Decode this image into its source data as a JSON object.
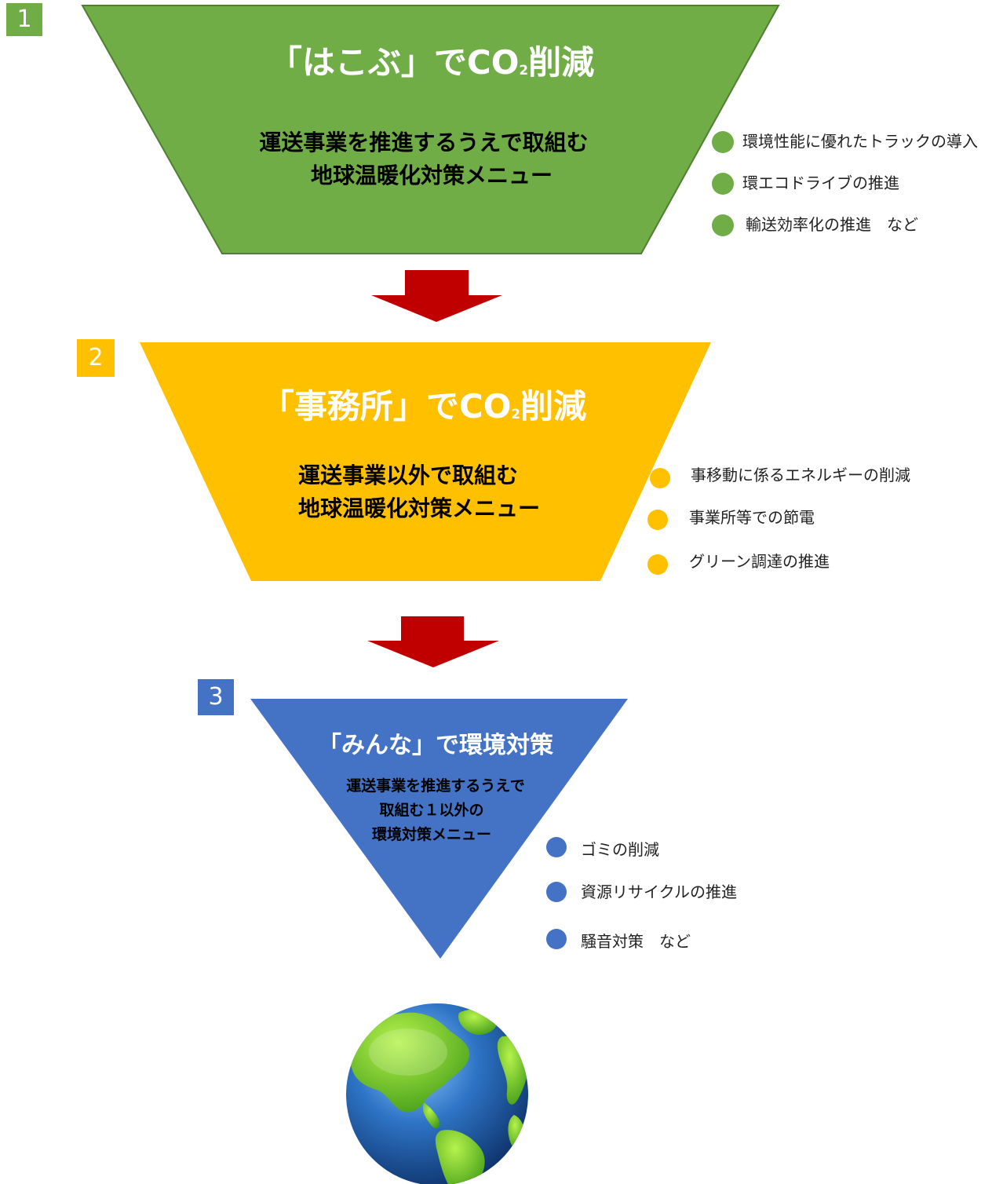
{
  "stages": [
    {
      "number": "1",
      "color": "#70ad47",
      "border": "#507e32",
      "title_pre": "「はこぶ」でCO",
      "title_sub": "2",
      "title_post": "削減",
      "subtitle_line1": "運送事業を推進するうえで取組む",
      "subtitle_line2": "地球温暖化対策メニュー",
      "items": [
        "環境性能に優れたトラックの導入",
        "環エコドライブの推進",
        "輸送効率化の推進　など"
      ]
    },
    {
      "number": "2",
      "color": "#ffc000",
      "title_pre": "「事務所」でCO",
      "title_sub": "2",
      "title_post": "削減",
      "subtitle_line1": "運送事業以外で取組む",
      "subtitle_line2": "地球温暖化対策メニュー",
      "items": [
        "事移動に係るエネルギーの削減",
        "事業所等での節電",
        "グリーン調達の推進"
      ]
    },
    {
      "number": "3",
      "color": "#4472c4",
      "title": "「みんな」で環境対策",
      "subtitle_line1": "運送事業を推進するうえで",
      "subtitle_line2": "取組む１以外の",
      "subtitle_line3": "環境対策メニュー",
      "items": [
        "ゴミの削減",
        "資源リサイクルの推進",
        "騒音対策　など"
      ]
    }
  ],
  "arrow_color": "#c00000",
  "globe": {
    "ocean": "#1f5fa8",
    "land": "#7ccf2a"
  }
}
